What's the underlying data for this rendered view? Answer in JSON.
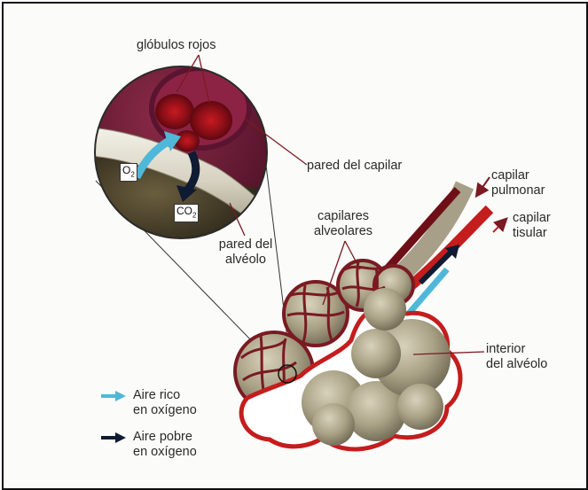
{
  "labels": {
    "globulos_rojos": "glóbulos rojos",
    "pared_capilar": "pared del capilar",
    "pared_alveolo_1": "pared del",
    "pared_alveolo_2": "alvéolo",
    "capilares_alveolares_1": "capilares",
    "capilares_alveolares_2": "alveolares",
    "capilar_pulmonar_1": "capilar",
    "capilar_pulmonar_2": "pulmonar",
    "capilar_tisular_1": "capilar",
    "capilar_tisular_2": "tisular",
    "interior_alveolo_1": "interior",
    "interior_alveolo_2": "del alvéolo"
  },
  "gases": {
    "o2_main": "O",
    "o2_sub": "2",
    "co2_main": "CO",
    "co2_sub": "2"
  },
  "legend": {
    "rich_1": "Aire rico",
    "rich_2": "en oxígeno",
    "poor_1": "Aire pobre",
    "poor_2": "en oxígeno"
  },
  "colors": {
    "oxygen_rich": "#4fb8d8",
    "oxygen_poor": "#0f1a33",
    "capillary_red": "#8e1c24",
    "alveolus": "#b9b196"
  }
}
